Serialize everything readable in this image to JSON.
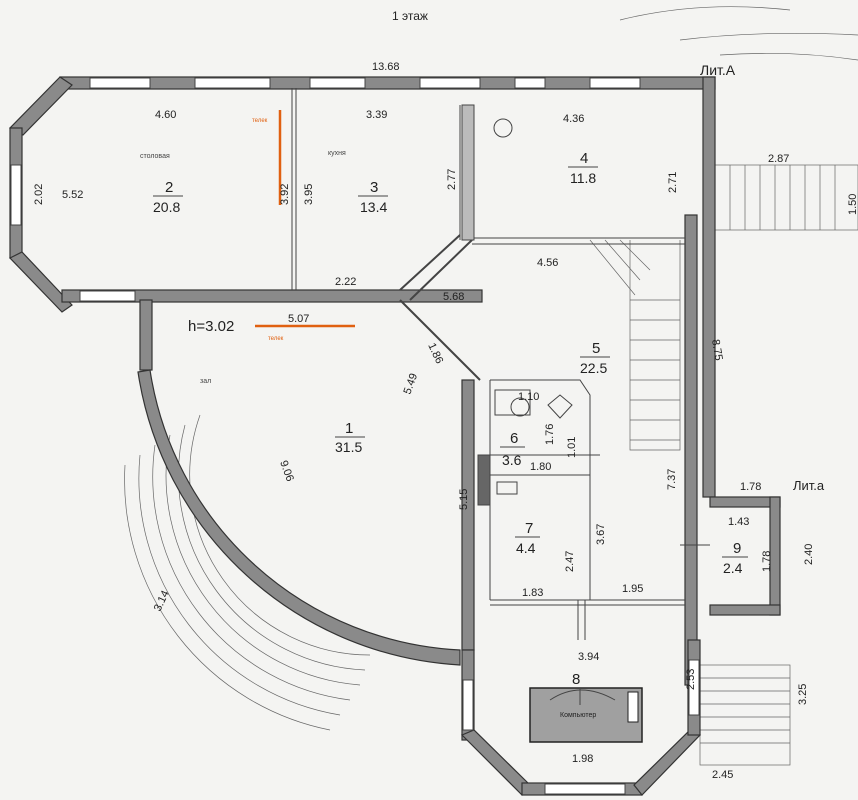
{
  "plan": {
    "floor_title": "1 этаж",
    "lit_big": "Лит.А",
    "lit_small": "Лит.а",
    "height": "h=3.02",
    "computer": "Компьютер",
    "room_names": {
      "dining": "столовая",
      "kitchen": "кухня",
      "hall": "зал"
    },
    "tv_labels": [
      "телек",
      "телек"
    ]
  },
  "rooms": [
    {
      "num": "1",
      "area": "31.5"
    },
    {
      "num": "2",
      "area": "20.8"
    },
    {
      "num": "3",
      "area": "13.4"
    },
    {
      "num": "4",
      "area": "11.8"
    },
    {
      "num": "5",
      "area": "22.5"
    },
    {
      "num": "6",
      "area": "3.6"
    },
    {
      "num": "7",
      "area": "4.4"
    },
    {
      "num": "8",
      "area": ""
    },
    {
      "num": "9",
      "area": "2.4"
    }
  ],
  "dims": [
    "13.68",
    "4.60",
    "3.39",
    "4.36",
    "2.87",
    "1.50",
    "2.02",
    "5.52",
    "3.92",
    "3.95",
    "2.77",
    "2.71",
    "2.22",
    "4.56",
    "5.68",
    "5.07",
    "1.86",
    "5.49",
    "8.75",
    "1.10",
    "1.76",
    "1.01",
    "1.80",
    "9.06",
    "5.15",
    "7.37",
    "1.78",
    "1.43",
    "2.40",
    "1.78",
    "2.47",
    "3.67",
    "1.83",
    "1.95",
    "3.14",
    "3.94",
    "2.53",
    "3.25",
    "1.98",
    "2.45"
  ],
  "colors": {
    "wall": "#8a8a8a",
    "accent": "#e06010",
    "paper": "#f4f4f2"
  }
}
